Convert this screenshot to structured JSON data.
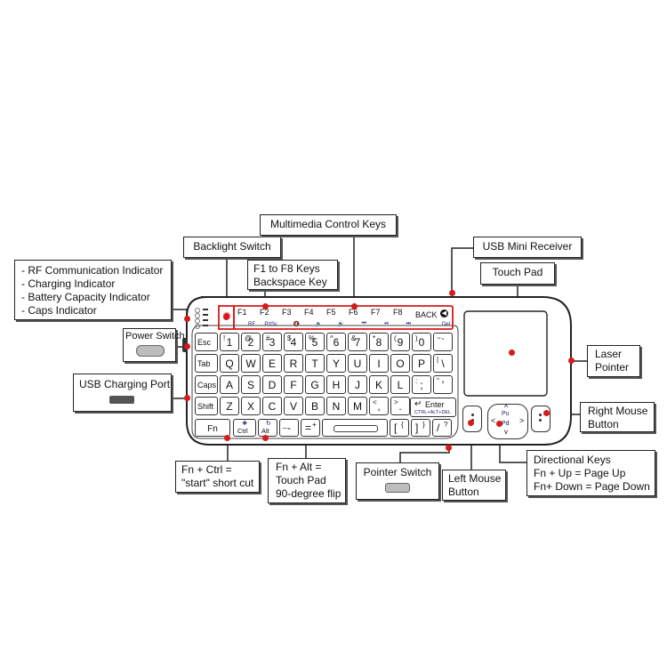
{
  "colors": {
    "accent": "#d61a1a",
    "outline": "#222222"
  },
  "callouts": {
    "indicators": [
      "- RF Communication Indicator",
      "- Charging Indicator",
      "- Battery Capacity Indicator",
      "- Caps Indicator"
    ],
    "power_switch": "Power Switch",
    "usb_charging_port": "USB Charging Port",
    "backlight_switch": "Backlight Switch",
    "multimedia_keys": "Multimedia Control Keys",
    "f1_f8": [
      "F1 to F8 Keys",
      "Backspace Key"
    ],
    "usb_mini_receiver": "USB Mini Receiver",
    "touch_pad": "Touch Pad",
    "laser_pointer": [
      "Laser",
      "Pointer"
    ],
    "right_mouse": [
      "Right Mouse",
      "Button"
    ],
    "directional": [
      "Directional Keys",
      "Fn + Up = Page Up",
      "Fn+ Down = Page Down"
    ],
    "left_mouse": [
      "Left Mouse",
      "Button"
    ],
    "pointer_switch": "Pointer Switch",
    "fn_alt": [
      "Fn + Alt =",
      "Touch Pad",
      "90-degree flip"
    ],
    "fn_ctrl": [
      "Fn + Ctrl =",
      "\"start\" short cut"
    ]
  },
  "fkeys": [
    {
      "label": "F1",
      "sub": "RF"
    },
    {
      "label": "F2",
      "sub": "PrtSc"
    },
    {
      "label": "F3",
      "sub": "🔇"
    },
    {
      "label": "F4",
      "sub": "🔉"
    },
    {
      "label": "F5",
      "sub": "🔊"
    },
    {
      "label": "F6",
      "sub": "⏮"
    },
    {
      "label": "F7",
      "sub": "⏯"
    },
    {
      "label": "F8",
      "sub": "⏭"
    }
  ],
  "back_key": {
    "label": "BACK",
    "sub": "Del"
  },
  "rows": [
    {
      "lead": "Esc",
      "keys": [
        [
          "!",
          "1"
        ],
        [
          "@",
          "2"
        ],
        [
          "#",
          "3"
        ],
        [
          "$",
          "4"
        ],
        [
          "%",
          "5"
        ],
        [
          "^",
          "6"
        ],
        [
          "&",
          "7"
        ],
        [
          "*",
          "8"
        ],
        [
          "(",
          "9"
        ],
        [
          ")",
          "0"
        ],
        [
          "~",
          "`"
        ]
      ]
    },
    {
      "lead": "Tab",
      "keys": [
        [
          "",
          "Q"
        ],
        [
          "",
          "W"
        ],
        [
          "",
          "E"
        ],
        [
          "",
          "R"
        ],
        [
          "",
          "T"
        ],
        [
          "",
          "Y"
        ],
        [
          "",
          "U"
        ],
        [
          "",
          "I"
        ],
        [
          "",
          "O"
        ],
        [
          "",
          "P"
        ],
        [
          "|",
          "\\"
        ]
      ]
    },
    {
      "lead": "Caps",
      "keys": [
        [
          "",
          "A"
        ],
        [
          "",
          "S"
        ],
        [
          "",
          "D"
        ],
        [
          "",
          "F"
        ],
        [
          "",
          "G"
        ],
        [
          "",
          "H"
        ],
        [
          "",
          "J"
        ],
        [
          "",
          "K"
        ],
        [
          "",
          "L"
        ],
        [
          ":",
          ";"
        ],
        [
          "\"",
          "'"
        ]
      ]
    },
    {
      "lead": "Shift",
      "keys": [
        [
          "",
          "Z"
        ],
        [
          "",
          "X"
        ],
        [
          "",
          "C"
        ],
        [
          "",
          "V"
        ],
        [
          "",
          "B"
        ],
        [
          "",
          "N"
        ],
        [
          "",
          "M"
        ],
        [
          "<",
          ","
        ],
        [
          ">",
          "."
        ]
      ]
    }
  ],
  "enter_key": {
    "label": "Enter",
    "sub": "CTRL+ALT+DEL"
  },
  "bottom_row": {
    "fn": "Fn",
    "ctrl": "Ctrl",
    "alt": "Alt",
    "minus": [
      "_",
      "-"
    ],
    "plus": [
      "+",
      "="
    ],
    "brackets": [
      [
        "{",
        "["
      ],
      [
        "}",
        "]"
      ]
    ],
    "question": [
      "?",
      "/"
    ]
  },
  "dpad": {
    "up": "^",
    "down": "v",
    "left": "<",
    "right": ">",
    "pu": "Pu",
    "pd": "Pd"
  }
}
